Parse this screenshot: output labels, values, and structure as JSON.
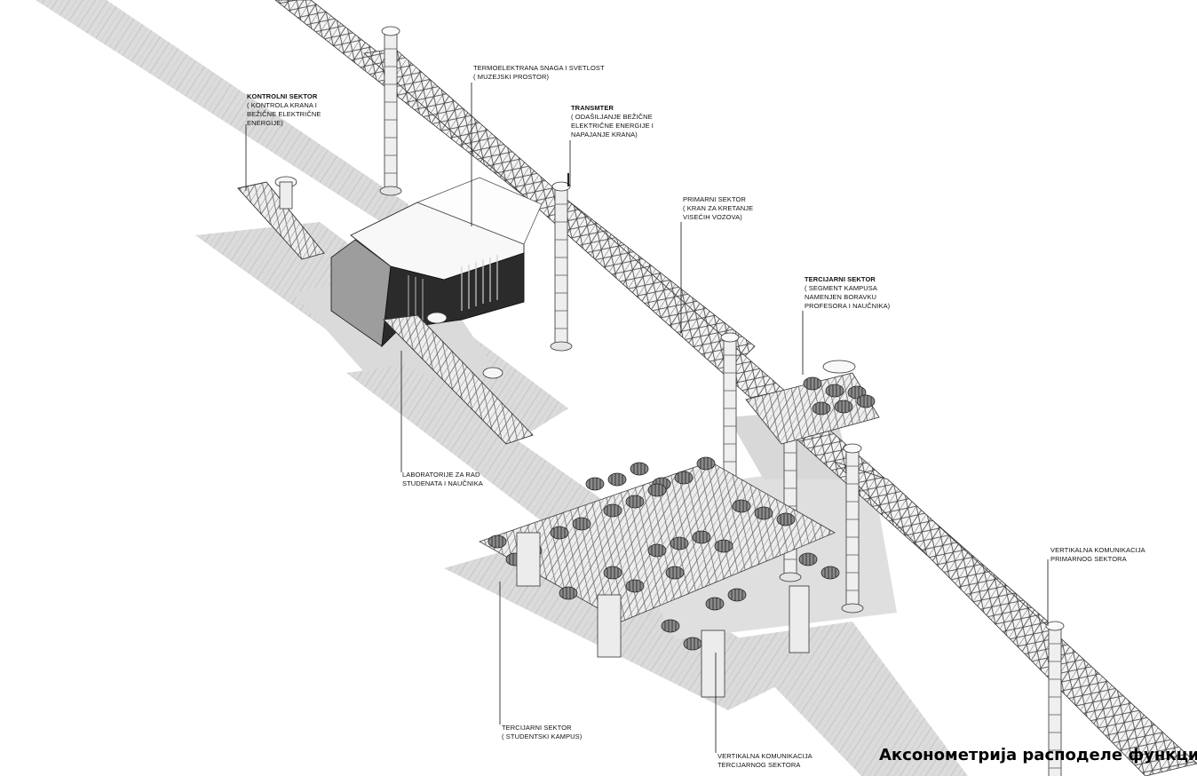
{
  "caption": "Аксонометрија расподеле функција",
  "labels": [
    {
      "id": "kontrolni",
      "title": "KONTROLNI SEKTOR",
      "desc": "( KONTROLA KRANA I\nBEŽIČNE ELEKTRIČNE\nENERGIJE)"
    },
    {
      "id": "termoelektrana",
      "title": "",
      "desc": "TERMOELEKTRANA SNAGA I SVETLOST\n( MUZEJSKI PROSTOR)"
    },
    {
      "id": "transmter",
      "title": "TRANSMTER",
      "desc": "( ODAŠILJANJE BEŽIČNE\nELEKTRIČNE ENERGIJE I\nNAPAJANJE KRANA)"
    },
    {
      "id": "primarni",
      "title": "",
      "desc": "PRIMARNI SEKTOR\n( KRAN ZA KRETANJE\nVISEĆIH VOZOVA)"
    },
    {
      "id": "tercijarni-profesori",
      "title": "TERCIJARNI SEKTOR",
      "desc": "( SEGMENT KAMPUSA\nNAMENJEN BORAVKU\nPROFESORA I NAUČNIKA)"
    },
    {
      "id": "laboratorije",
      "title": "",
      "desc": "LABORATORIJE ZA RAD\nSTUDENATA I NAUČNIKA"
    },
    {
      "id": "vertikalna-primarna",
      "title": "",
      "desc": "VERTIKALNA KOMUNIKACIJA\nPRIMARNOG SEKTORA"
    },
    {
      "id": "tercijarni-studentski",
      "title": "",
      "desc": "TERCIJARNI SEKTOR\n( STUDENTSKI KAMPUS)"
    },
    {
      "id": "vertikalna-tercijarna",
      "title": "",
      "desc": "VERTIKALNA KOMUNIKACIJA\nTERCIJARNOG SEKTORA"
    }
  ],
  "colors": {
    "ink": "#111111",
    "shadow": "#cfcfcf",
    "tower": "#f2f2f2",
    "building_dark": "#2a2a2a",
    "building_mid": "#9a9a9a"
  }
}
